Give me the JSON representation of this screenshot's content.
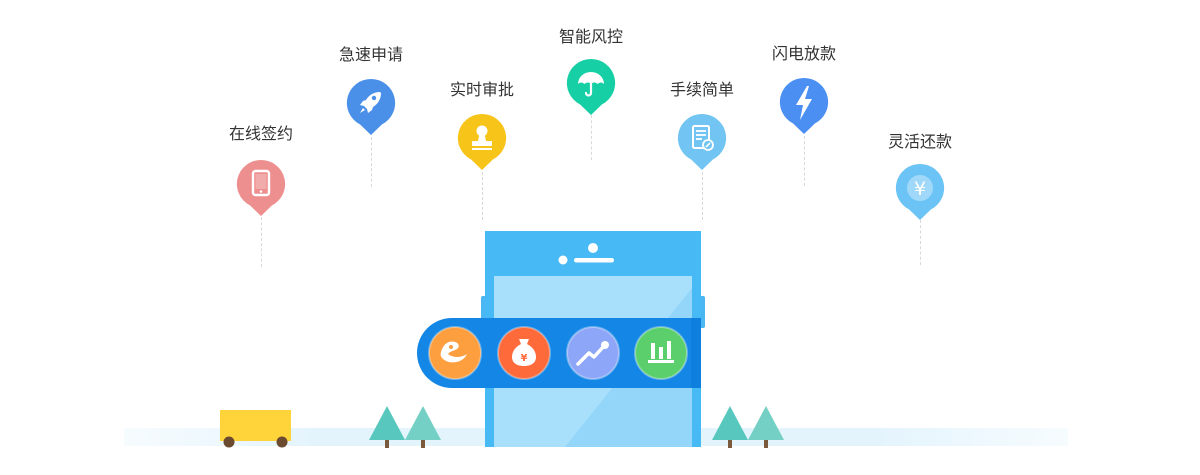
{
  "features": [
    {
      "label": "在线签约",
      "icon": "phone-icon",
      "color": "#ee8f8f"
    },
    {
      "label": "急速申请",
      "icon": "rocket-icon",
      "color": "#4a90e8"
    },
    {
      "label": "实时审批",
      "icon": "stamp-icon",
      "color": "#f7c51a"
    },
    {
      "label": "智能风控",
      "icon": "umbrella-icon",
      "color": "#17cfa5"
    },
    {
      "label": "手续简单",
      "icon": "document-icon",
      "color": "#72c5f2"
    },
    {
      "label": "闪电放款",
      "icon": "lightning-icon",
      "color": "#4b8ff2"
    },
    {
      "label": "灵活还款",
      "icon": "yen-icon",
      "color": "#6cc3f5"
    }
  ],
  "app_icons": [
    {
      "icon": "mascot-icon",
      "color": "#fd9e3f"
    },
    {
      "icon": "money-bag-icon",
      "color": "#fe6a3a"
    },
    {
      "icon": "trend-chart-icon",
      "color": "#8ea6f7"
    },
    {
      "icon": "bar-chart-icon",
      "color": "#5bcf6c"
    }
  ],
  "money_bag_symbol": "¥",
  "yen_symbol": "¥"
}
